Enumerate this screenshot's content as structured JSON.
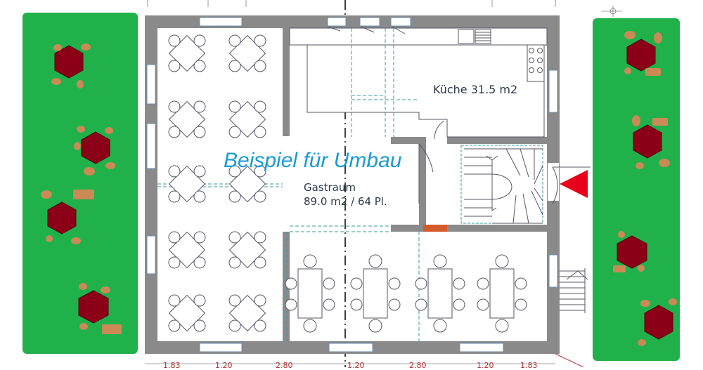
{
  "title": "Beispiel für Umbau",
  "rooms": {
    "kitchen": "Küche 31.5 m2",
    "dining_name": "Gastraum",
    "dining_size": "89.0 m2 / 64 Pl."
  },
  "dimensions": [
    "1.83",
    "1.20",
    "2.80",
    "1.20",
    "2.80",
    "1.20",
    "1.83"
  ],
  "colors": {
    "lawn": "#21b14b",
    "tree": "#8b0016",
    "shrub": "#c98a55",
    "wall": "#8a8a8a",
    "accent_title": "#1a9ad6",
    "entrance_marker": "#e8001c",
    "door_threshold": "#d35a2a",
    "dimension_text": "#b03030"
  }
}
